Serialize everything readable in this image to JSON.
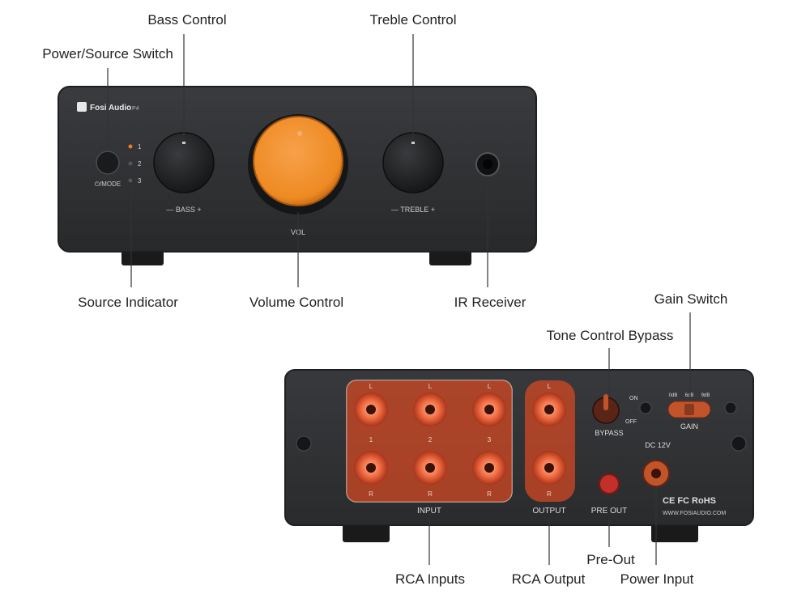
{
  "callouts": {
    "bass_control": "Bass Control",
    "treble_control": "Treble Control",
    "power_source_switch": "Power/Source Switch",
    "source_indicator": "Source Indicator",
    "volume_control": "Volume Control",
    "ir_receiver": "IR Receiver",
    "gain_switch": "Gain Switch",
    "tone_control_bypass": "Tone Control Bypass",
    "rca_inputs": "RCA Inputs",
    "rca_output": "RCA Output",
    "pre_out": "Pre-Out",
    "power_input": "Power Input"
  },
  "front_panel": {
    "brand": "Fosi Audio",
    "model": "P4",
    "mode_label": "⏻/MODE",
    "source_1": "1",
    "source_2": "2",
    "source_3": "3",
    "bass_label": "— BASS +",
    "treble_label": "— TREBLE +",
    "vol_label": "VOL"
  },
  "back_panel": {
    "left_marker": "L",
    "right_marker": "R",
    "input_1": "1",
    "input_2": "2",
    "input_3": "3",
    "input_label": "INPUT",
    "output_label": "OUTPUT",
    "pre_out_label": "PRE OUT",
    "bypass_label": "BYPASS",
    "bypass_on": "ON",
    "bypass_off": "OFF",
    "gain_label": "GAIN",
    "gain_0db": "0dB",
    "gain_6db": "6dB",
    "gain_9db": "9dB",
    "dc_label": "DC 12V",
    "cert_label": "CE FC RoHS",
    "website": "WWW.FOSIAUDIO.COM"
  },
  "colors": {
    "chassis": "#2f3032",
    "knob_dark": "#1c1d1f",
    "volume_knob": "#f08a20",
    "rca_highlight": "#d84a22",
    "led_on": "#f07a20"
  }
}
